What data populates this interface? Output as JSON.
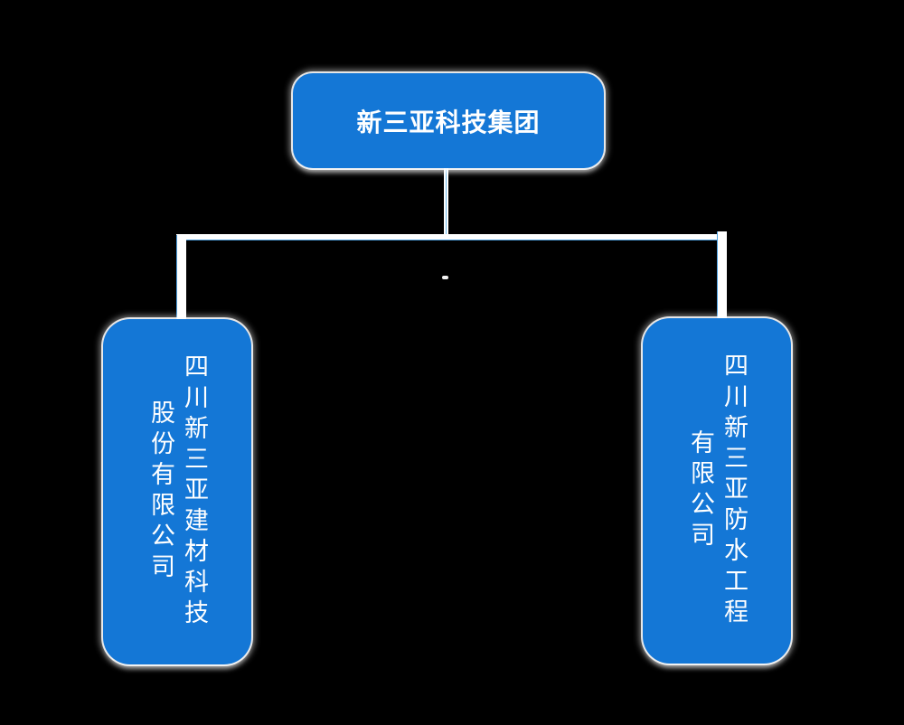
{
  "page": {
    "background_color": "#000000"
  },
  "diagram": {
    "type": "org-chart",
    "node_fill_color": "#1477d6",
    "node_text_color": "#ffffff",
    "connector_line_color": "#4c9fe0",
    "connector_glow_color": "#ffffff",
    "root": {
      "label": "新三亚科技集团"
    },
    "children": [
      {
        "label": "四川新三亚建材科技股份有限公司"
      },
      {
        "label": "四川新三亚防水工程有限公司"
      }
    ]
  }
}
